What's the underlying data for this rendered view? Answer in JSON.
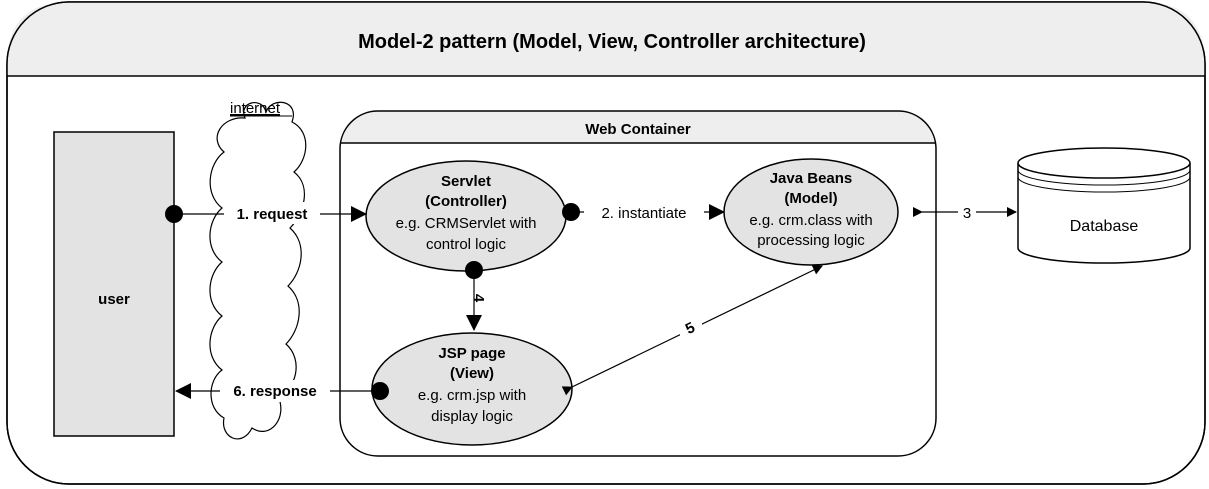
{
  "title": "Model-2 pattern (Model, View, Controller architecture)",
  "internet_label": "internet",
  "web_container_label": "Web Container",
  "user_label": "user",
  "database_label": "Database",
  "servlet": {
    "line1": "Servlet",
    "line2": "(Controller)",
    "line3": "e.g. CRMServlet with",
    "line4": "control logic"
  },
  "beans": {
    "line1": "Java Beans",
    "line2": "(Model)",
    "line3": "e.g. crm.class with",
    "line4": "processing logic"
  },
  "jsp": {
    "line1": "JSP page",
    "line2": "(View)",
    "line3": "e.g. crm.jsp with",
    "line4": "display logic"
  },
  "edges": {
    "request": "1. request",
    "instantiate": "2. instantiate",
    "db": "3",
    "forward": "4",
    "access": "5",
    "response": "6. response"
  },
  "colors": {
    "header_fill": "#eeeeee",
    "node_fill": "#e3e3e3",
    "stroke": "#000000"
  }
}
